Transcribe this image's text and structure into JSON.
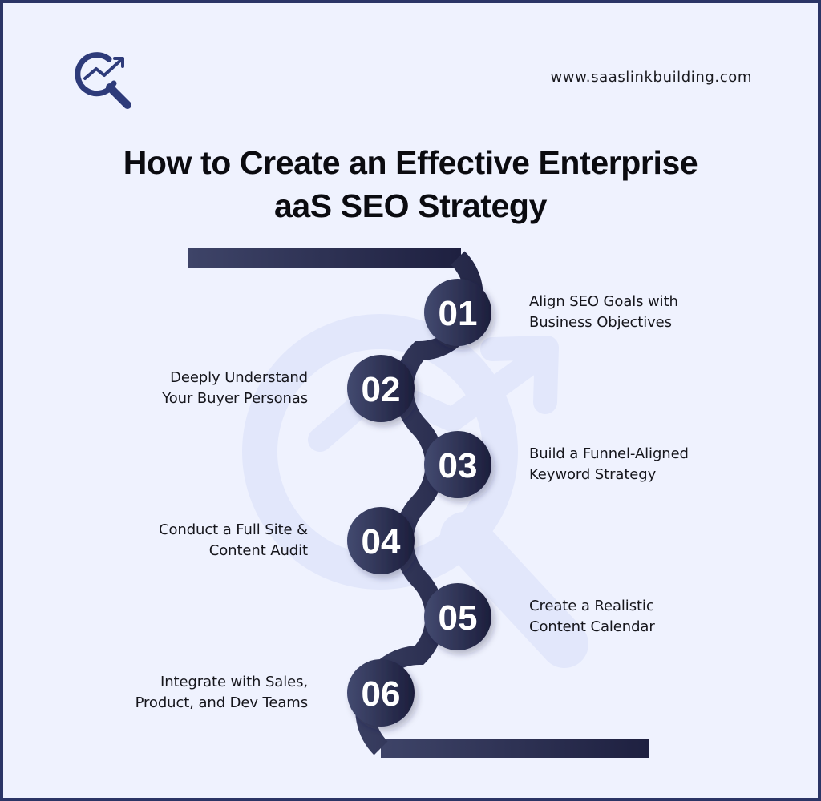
{
  "header": {
    "url": "www.saaslinkbuilding.com",
    "logo_icon": "magnifier-trend-arrow-icon"
  },
  "title": {
    "line1": "How to Create an Effective Enterprise",
    "line2": "aaS SEO Strategy"
  },
  "colors": {
    "background": "#eff2fe",
    "border": "#2b3566",
    "path_dark": "#1e2040",
    "path_light": "#3e4468",
    "badge_text": "#ffffff",
    "logo": "#2e3b7a"
  },
  "steps": [
    {
      "number": "01",
      "line1": "Align SEO Goals with",
      "line2": "Business Objectives",
      "side": "right"
    },
    {
      "number": "02",
      "line1": "Deeply Understand",
      "line2": "Your Buyer Personas",
      "side": "left"
    },
    {
      "number": "03",
      "line1": "Build a Funnel-Aligned",
      "line2": "Keyword Strategy",
      "side": "right"
    },
    {
      "number": "04",
      "line1": "Conduct a Full Site &",
      "line2": "Content Audit",
      "side": "left"
    },
    {
      "number": "05",
      "line1": "Create a Realistic",
      "line2": "Content Calendar",
      "side": "right"
    },
    {
      "number": "06",
      "line1": "Integrate with Sales,",
      "line2": "Product, and Dev Teams",
      "side": "left"
    }
  ]
}
